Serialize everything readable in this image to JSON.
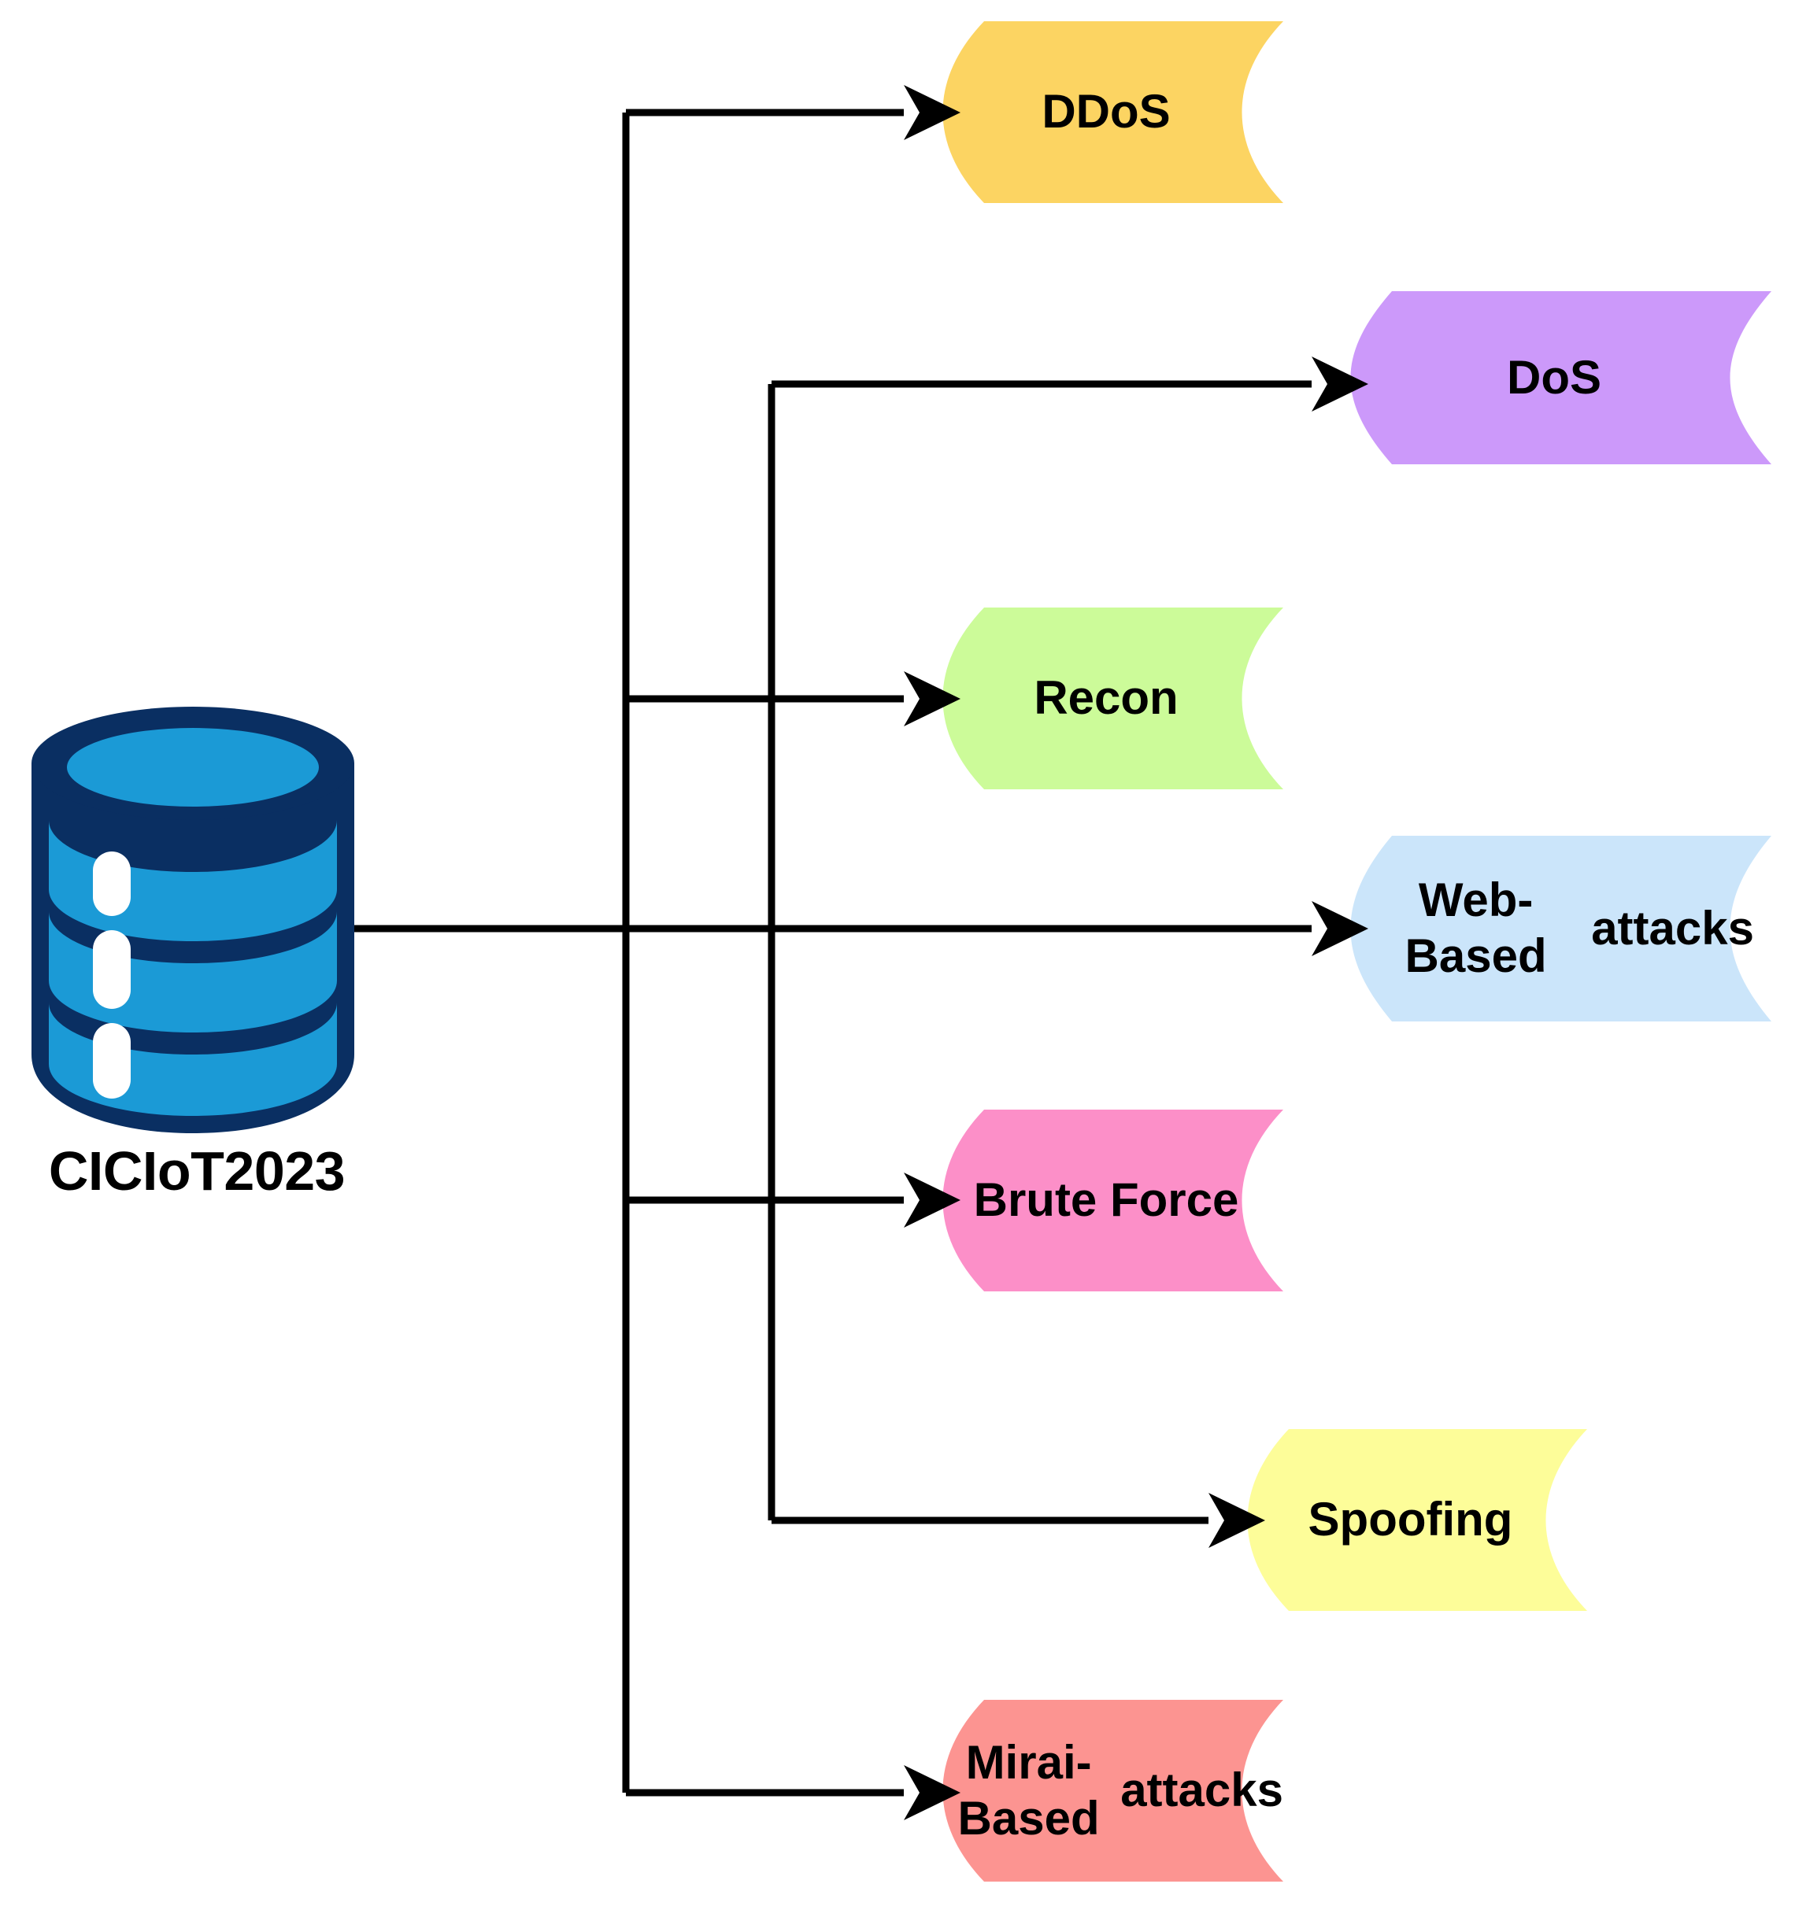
{
  "diagram": {
    "type": "taxonomy-flow",
    "title_text": "",
    "source": {
      "id": "ciciot2023",
      "label": "CICIoT2023",
      "icon": "database-cylinder-icon",
      "icon_outline_color": "#0A2F62",
      "icon_fill_color": "#1B9AD6",
      "icon_highlight_color": "#FFFFFF"
    },
    "connector": {
      "color": "#000000",
      "stroke_width": 9,
      "arrowhead": "solid-triangle"
    },
    "categories": [
      {
        "id": "ddos",
        "label": "DDoS",
        "color": "#FCD462",
        "lines": [
          "DDoS"
        ]
      },
      {
        "id": "dos",
        "label": "DoS",
        "color": "#CC99FA",
        "lines": [
          "DoS"
        ]
      },
      {
        "id": "recon",
        "label": "Recon",
        "color": "#CCFB99",
        "lines": [
          "Recon"
        ]
      },
      {
        "id": "web-based-attacks",
        "label": "Web-Based attacks",
        "color": "#CBE5FA",
        "lines": [
          "Web-Based",
          "attacks"
        ]
      },
      {
        "id": "brute-force",
        "label": "Brute Force",
        "color": "#FC8FC8",
        "lines": [
          "Brute Force"
        ]
      },
      {
        "id": "spoofing",
        "label": "Spoofing",
        "color": "#FDFD99",
        "lines": [
          "Spoofing"
        ]
      },
      {
        "id": "mirai-based-attacks",
        "label": "Mirai-Based attacks",
        "color": "#FC9491",
        "lines": [
          "Mirai-Based",
          "attacks"
        ]
      }
    ]
  }
}
